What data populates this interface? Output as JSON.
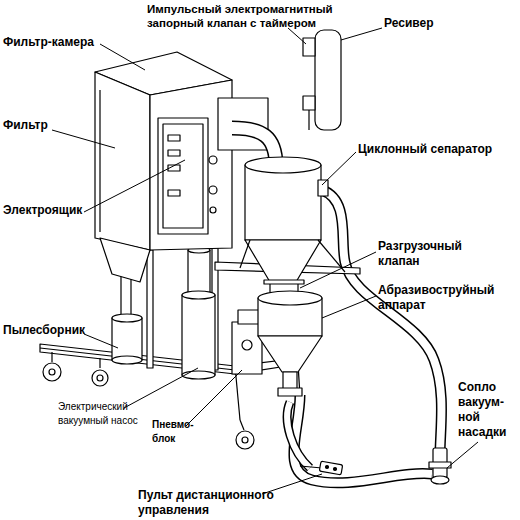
{
  "diagram": {
    "labels": [
      "Импульсный электромагнитный запорный клапан с таймером",
      "Ресивер",
      "Фильтр-камера",
      "Фильтр",
      "Циклонный сепаратор",
      "Электроящик",
      "Разгрузочный клапан",
      "Абразивоструйный аппарат",
      "Пылесборник",
      "Сопло вакуум- ной насадки",
      "Электрический вакуумный насос",
      "Пневмо- блок",
      "Пульт дистанционного управления"
    ]
  }
}
